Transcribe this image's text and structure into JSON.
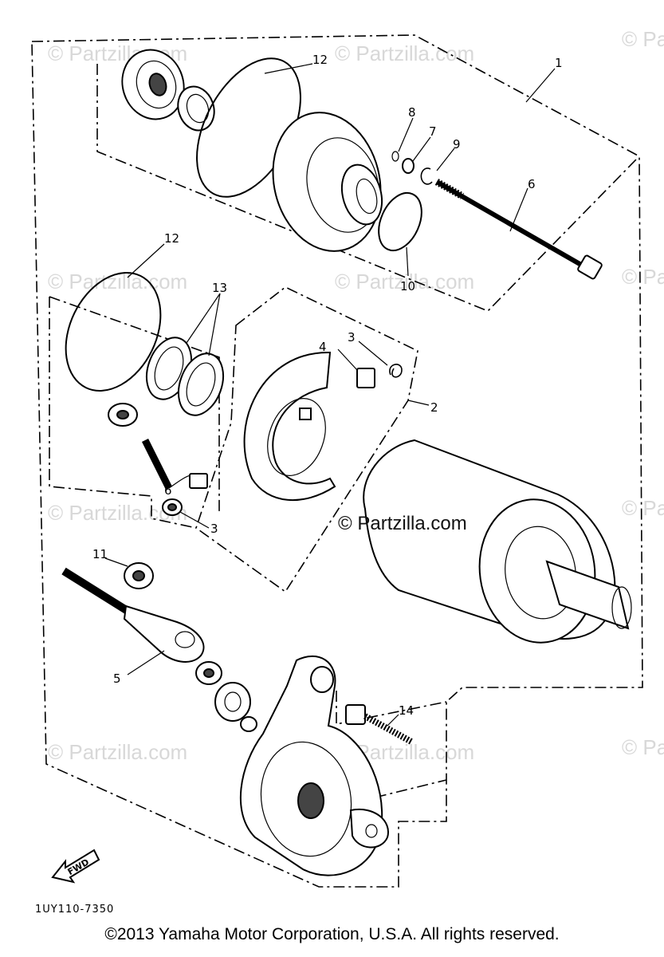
{
  "watermarks": {
    "small": "© Partzilla.com",
    "small_cut": "© Pa",
    "main": "© Partzilla.com"
  },
  "callouts": {
    "c1": "1",
    "c2": "2",
    "c3a": "3",
    "c3b": "3",
    "c4": "4",
    "c5": "5",
    "c6": "6",
    "c7": "7",
    "c8": "8",
    "c9": "9",
    "c10": "10",
    "c11": "11",
    "c12a": "12",
    "c12b": "12",
    "c13": "13",
    "c14": "14",
    "c6b": "6"
  },
  "fwd_label": "FWD",
  "diagram_code": "1UY110-7350",
  "copyright": "©2013  Yamaha Motor Corporation, U.S.A. All rights reserved."
}
